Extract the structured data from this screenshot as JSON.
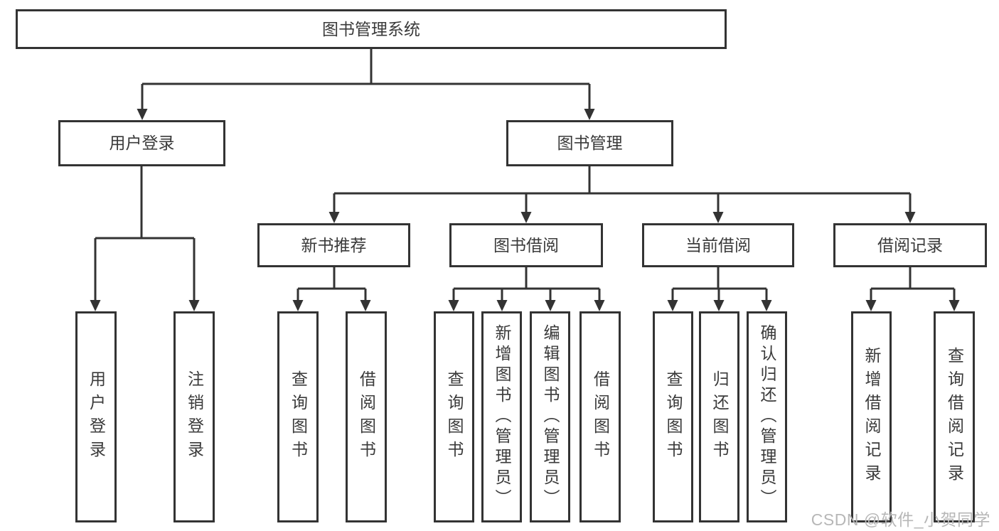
{
  "root": {
    "label": "图书管理系统"
  },
  "branches": {
    "user_login": {
      "label": "用户登录",
      "children": [
        {
          "label": "用户登录"
        },
        {
          "label": "注销登录"
        }
      ]
    },
    "book_mgmt": {
      "label": "图书管理"
    }
  },
  "modules": {
    "new_book": {
      "label": "新书推荐",
      "children": [
        {
          "label": "查询图书"
        },
        {
          "label": "借阅图书"
        }
      ]
    },
    "book_borrow": {
      "label": "图书借阅",
      "children": [
        {
          "label": "查询图书"
        },
        {
          "label": "新增图书（管理员）"
        },
        {
          "label": "编辑图书（管理员）"
        },
        {
          "label": "借阅图书"
        }
      ]
    },
    "current_borrow": {
      "label": "当前借阅",
      "children": [
        {
          "label": "查询图书"
        },
        {
          "label": "归还图书"
        },
        {
          "label": "确认归还（管理员）"
        }
      ]
    },
    "borrow_record": {
      "label": "借阅记录",
      "children": [
        {
          "label": "新增借阅记录"
        },
        {
          "label": "查询借阅记录"
        }
      ]
    }
  },
  "watermark": "CSDN @软件_小贺同学",
  "colors": {
    "line": "#333333",
    "text": "#3a3a3a",
    "watermark": "#b7b7b7"
  }
}
